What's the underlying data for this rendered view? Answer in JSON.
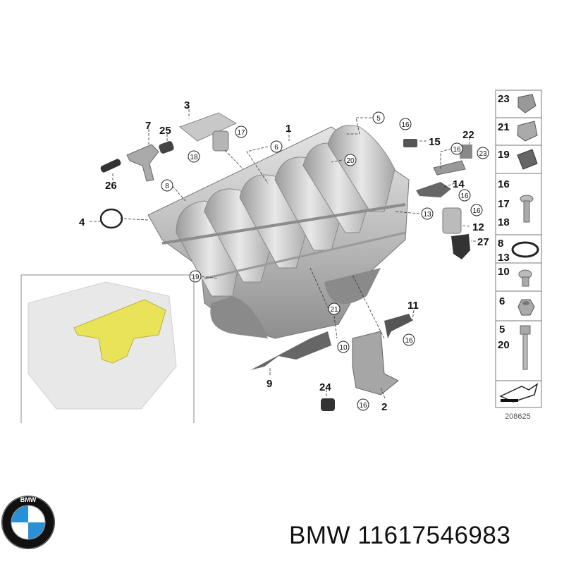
{
  "caption": {
    "brand": "BMW",
    "part_number": "11617546983"
  },
  "logo": {
    "name": "bmw-roundel-logo",
    "lettering": "BMW",
    "colors": {
      "blue": "#2b8fd6",
      "black": "#111111",
      "white": "#ffffff"
    }
  },
  "diagram": {
    "reference_number": "208625",
    "highlight_color": "#e9e35a",
    "part_labels": [
      "1",
      "2",
      "3",
      "4",
      "7",
      "9",
      "11",
      "12",
      "14",
      "15",
      "22",
      "24",
      "25",
      "26",
      "27"
    ],
    "circled_labels": [
      "5",
      "6",
      "8",
      "10",
      "13",
      "16",
      "17",
      "18",
      "19",
      "20",
      "21",
      "23"
    ],
    "legend_rows": [
      {
        "labels": [
          "23"
        ],
        "icon": "clip-icon"
      },
      {
        "labels": [
          "21"
        ],
        "icon": "clip-icon"
      },
      {
        "labels": [
          "19"
        ],
        "icon": "clip-nut-icon"
      },
      {
        "labels": [
          "16",
          "17",
          "18"
        ],
        "icon": "screw-icon"
      },
      {
        "labels": [
          "8",
          "13"
        ],
        "icon": "o-ring-icon"
      },
      {
        "labels": [
          "10"
        ],
        "icon": "short-screw-icon"
      },
      {
        "labels": [
          "6"
        ],
        "icon": "hex-nut-icon"
      },
      {
        "labels": [
          "5",
          "20"
        ],
        "icon": "bolt-icon"
      },
      {
        "labels": [],
        "icon": "direction-arrow-icon"
      }
    ]
  }
}
